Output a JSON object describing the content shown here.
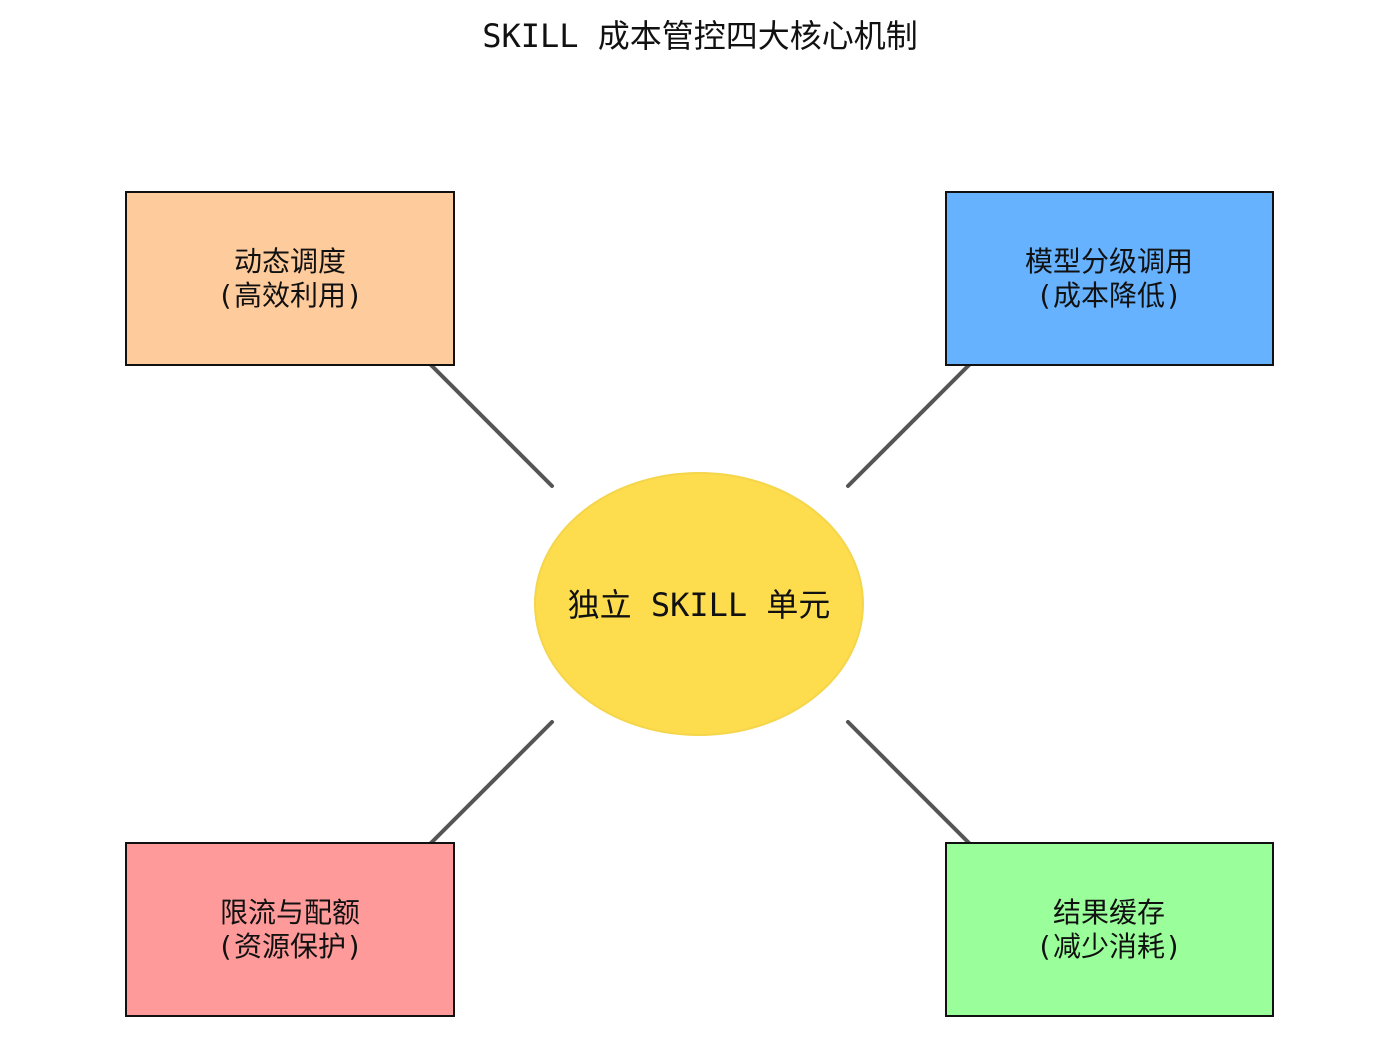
{
  "title": "SKILL 成本管控四大核心机制",
  "center": {
    "label": "独立 SKILL 单元",
    "color": "#fddc4d",
    "stroke": "#f5d54a"
  },
  "mechanisms": [
    {
      "line1": "动态调度",
      "line2": "(高效利用)",
      "color": "#fecb9c"
    },
    {
      "line1": "模型分级调用",
      "line2": "(成本降低)",
      "color": "#66b2ff"
    },
    {
      "line1": "限流与配额",
      "line2": "(资源保护)",
      "color": "#ff9a9a"
    },
    {
      "line1": "结果缓存",
      "line2": "(减少消耗)",
      "color": "#9aff9a"
    }
  ],
  "arrow_color": "#555555"
}
